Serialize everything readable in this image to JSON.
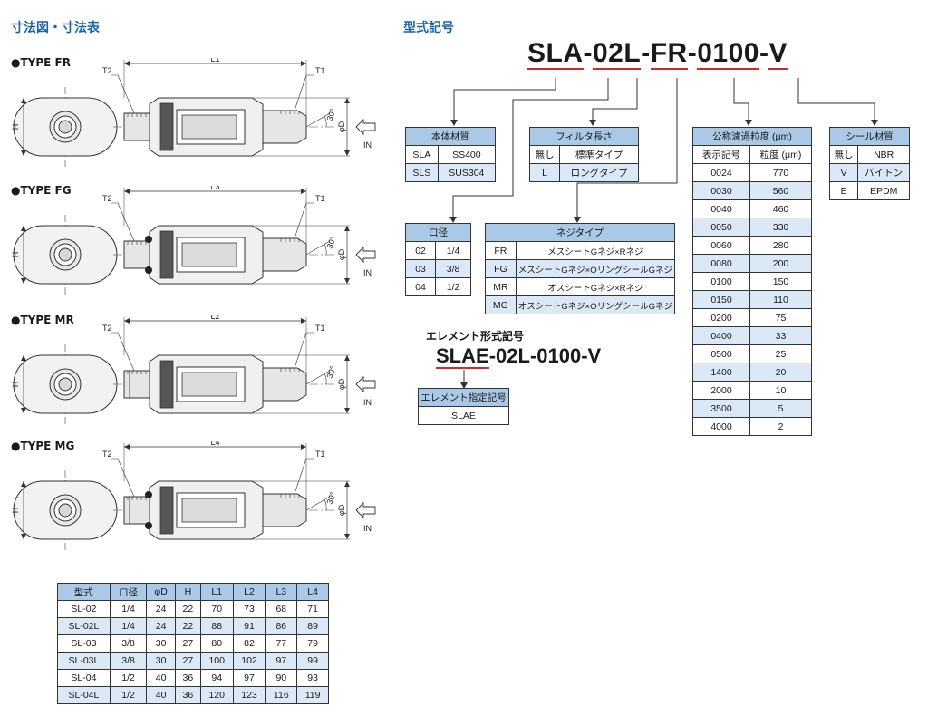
{
  "left": {
    "title": "寸法図・寸法表",
    "types": [
      {
        "label": "●TYPE FR",
        "length": "L1"
      },
      {
        "label": "●TYPE FG",
        "length": "L3"
      },
      {
        "label": "●TYPE MR",
        "length": "L2"
      },
      {
        "label": "●TYPE MG",
        "length": "L4"
      }
    ],
    "labels": {
      "t1": "T1",
      "t2": "T2",
      "h": "H",
      "d": "φD",
      "angle": "30°",
      "in": "IN"
    },
    "table": {
      "headers": [
        "型式",
        "口径",
        "φD",
        "H",
        "L1",
        "L2",
        "L3",
        "L4"
      ],
      "rows": [
        [
          "SL-02",
          "1/4",
          "24",
          "22",
          "70",
          "73",
          "68",
          "71"
        ],
        [
          "SL-02L",
          "1/4",
          "24",
          "22",
          "88",
          "91",
          "86",
          "89"
        ],
        [
          "SL-03",
          "3/8",
          "30",
          "27",
          "80",
          "82",
          "77",
          "79"
        ],
        [
          "SL-03L",
          "3/8",
          "30",
          "27",
          "100",
          "102",
          "97",
          "99"
        ],
        [
          "SL-04",
          "1/2",
          "40",
          "36",
          "94",
          "97",
          "90",
          "93"
        ],
        [
          "SL-04L",
          "1/2",
          "40",
          "36",
          "120",
          "123",
          "116",
          "119"
        ]
      ]
    }
  },
  "right": {
    "title": "型式記号",
    "code_parts": [
      "SLA",
      "-",
      "02L",
      "-",
      "FR",
      "-",
      "0100",
      "-",
      "V"
    ],
    "body_material": {
      "title": "本体材質",
      "rows": [
        [
          "SLA",
          "SS400"
        ],
        [
          "SLS",
          "SUS304"
        ]
      ]
    },
    "filter_length": {
      "title": "フィルタ長さ",
      "rows": [
        [
          "無し",
          "標準タイプ"
        ],
        [
          "L",
          "ロングタイプ"
        ]
      ]
    },
    "nominal": {
      "title": "公称濾過粒度 (μm)",
      "headers": [
        "表示記号",
        "粒度 (μm)"
      ],
      "rows": [
        [
          "0024",
          "770"
        ],
        [
          "0030",
          "560"
        ],
        [
          "0040",
          "460"
        ],
        [
          "0050",
          "330"
        ],
        [
          "0060",
          "280"
        ],
        [
          "0080",
          "200"
        ],
        [
          "0100",
          "150"
        ],
        [
          "0150",
          "110"
        ],
        [
          "0200",
          "75"
        ],
        [
          "0400",
          "33"
        ],
        [
          "0500",
          "25"
        ],
        [
          "1400",
          "20"
        ],
        [
          "2000",
          "10"
        ],
        [
          "3500",
          "5"
        ],
        [
          "4000",
          "2"
        ]
      ]
    },
    "seal": {
      "title": "シール材質",
      "rows": [
        [
          "無し",
          "NBR"
        ],
        [
          "V",
          "バイトン"
        ],
        [
          "E",
          "EPDM"
        ]
      ]
    },
    "port": {
      "title": "口径",
      "rows": [
        [
          "02",
          "1/4"
        ],
        [
          "03",
          "3/8"
        ],
        [
          "04",
          "1/2"
        ]
      ]
    },
    "thread": {
      "title": "ネジタイプ",
      "rows": [
        [
          "FR",
          "メスシートGネジ×Rネジ"
        ],
        [
          "FG",
          "メスシートGネジ×OリングシールGネジ"
        ],
        [
          "MR",
          "オスシートGネジ×Rネジ"
        ],
        [
          "MG",
          "オスシートGネジ×OリングシールGネジ"
        ]
      ]
    },
    "element": {
      "title": "エレメント形式記号",
      "code_parts": [
        "SLAE",
        "-",
        "02L",
        "-",
        "0100",
        "-",
        "V"
      ],
      "box_title": "エレメント指定記号",
      "box_value": "SLAE"
    }
  },
  "colors": {
    "accent": "#1b63a8",
    "header_fill": "#a9c9e6",
    "row_fill": "#dbe9f6",
    "underline": "#d8262a"
  }
}
